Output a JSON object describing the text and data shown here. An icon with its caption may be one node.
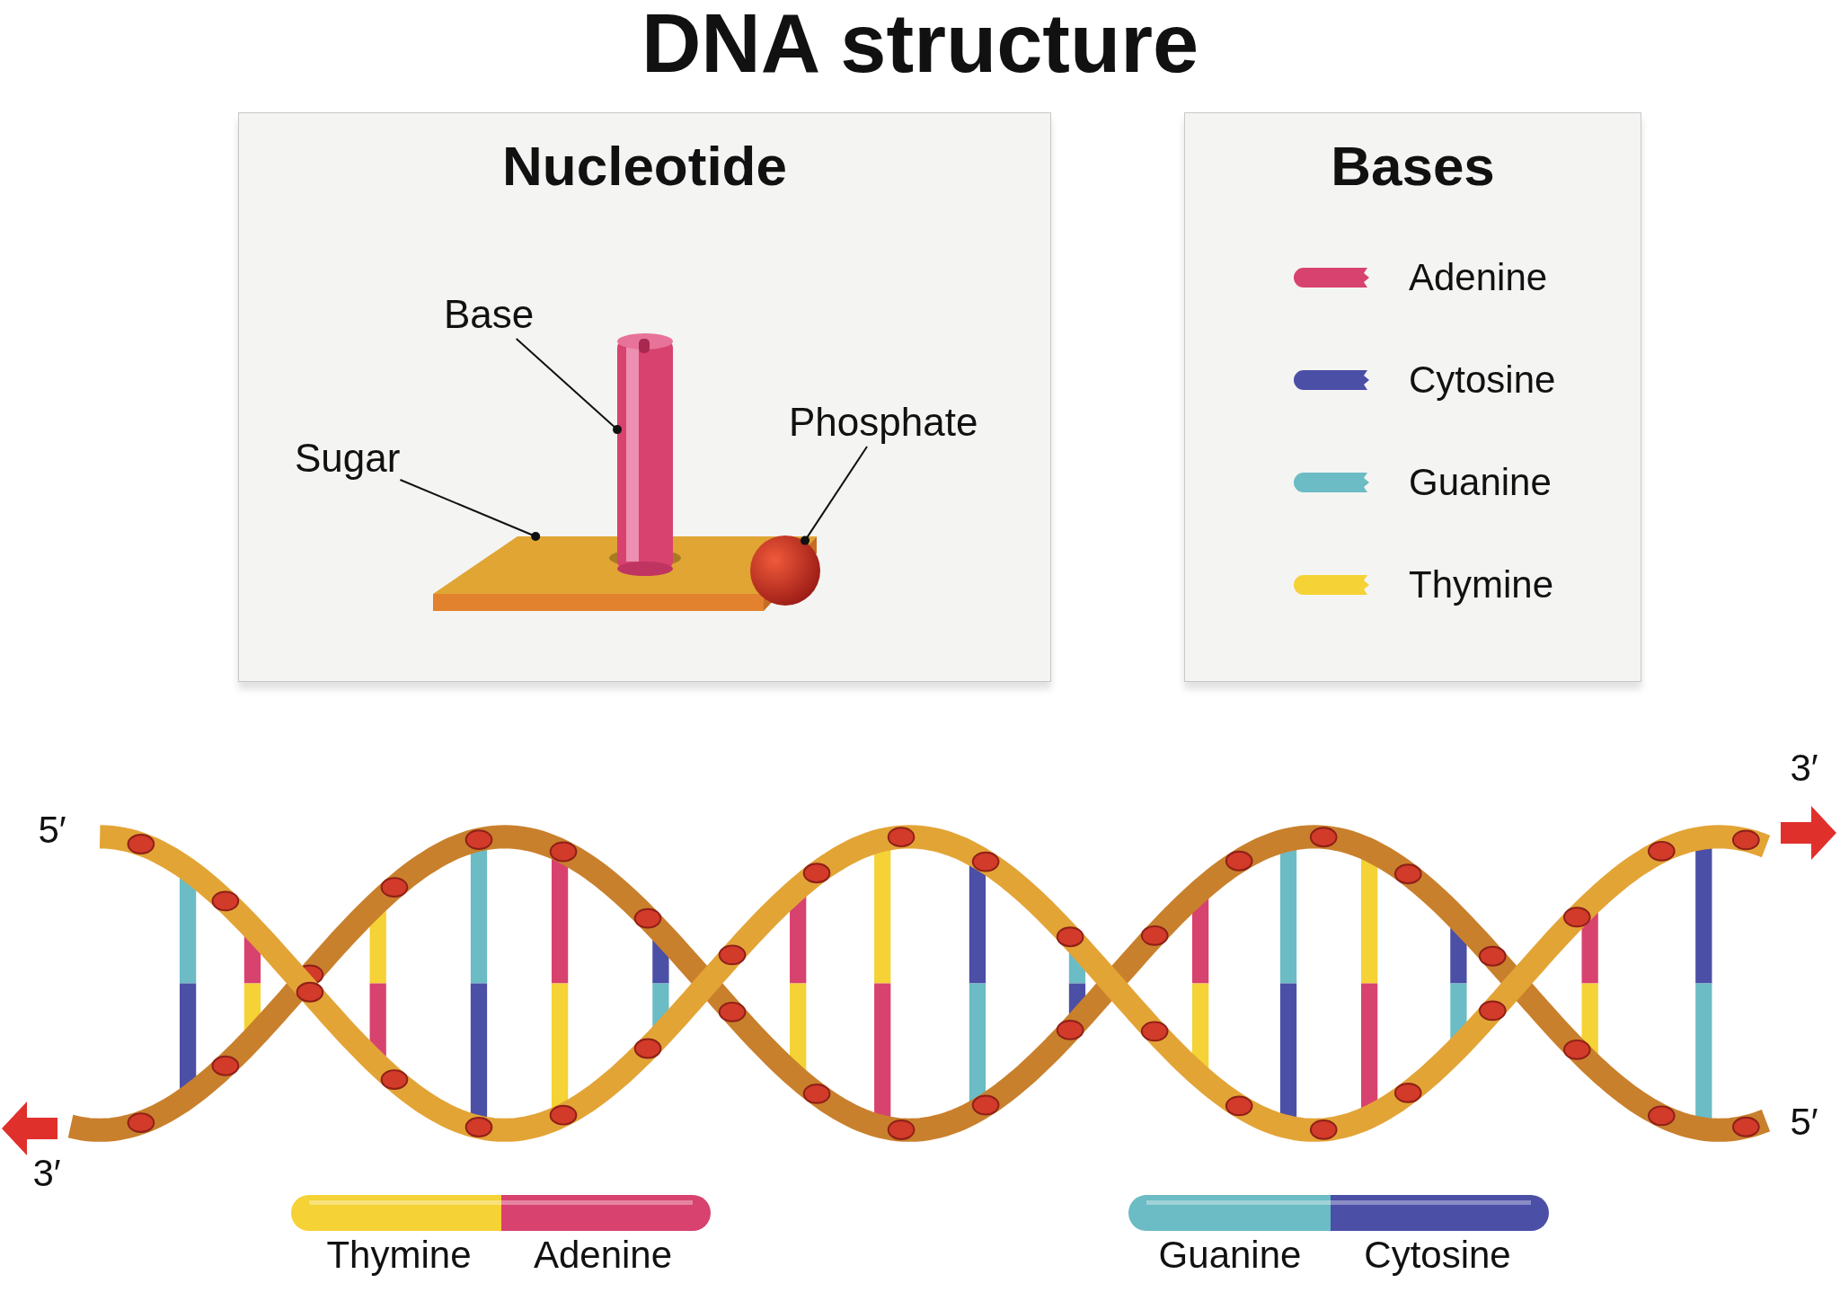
{
  "diagram": {
    "title": "DNA structure",
    "nodes": [
      {
        "text": [
          "Nucleotide"
        ]
      },
      {
        "text": [
          "Base"
        ],
        "in": 0
      },
      {
        "text": [
          "Sugar"
        ],
        "in": 0
      },
      {
        "text": [
          "Phosphate"
        ],
        "in": 0
      },
      {
        "text": [],
        "shape": "box",
        "in": 0
      },
      {
        "text": [],
        "shape": "cylinder",
        "in": 0
      },
      {
        "text": [],
        "shape": "circle",
        "in": 0
      },
      {
        "text": [
          "Bases"
        ]
      }
    ],
    "edges": [
      {
        "from": 1,
        "to": 5,
        "arrow": "other"
      },
      {
        "from": 2,
        "to": 4,
        "arrow": "other"
      },
      {
        "from": 3,
        "to": 6,
        "arrow": "other"
      }
    ],
    "labels": [
      "3′",
      "5′",
      "5′",
      "3′",
      "Thymine",
      "Adenine",
      "Guanine",
      "Cytosine"
    ],
    "legend": [
      {
        "text": "Adenine",
        "color": "#d8426f"
      },
      {
        "text": "Cytosine",
        "color": "#4b4fa6"
      },
      {
        "text": "Guanine",
        "color": "#6bbcc4"
      },
      {
        "text": "Thymine",
        "color": "#f5d235"
      }
    ]
  }
}
